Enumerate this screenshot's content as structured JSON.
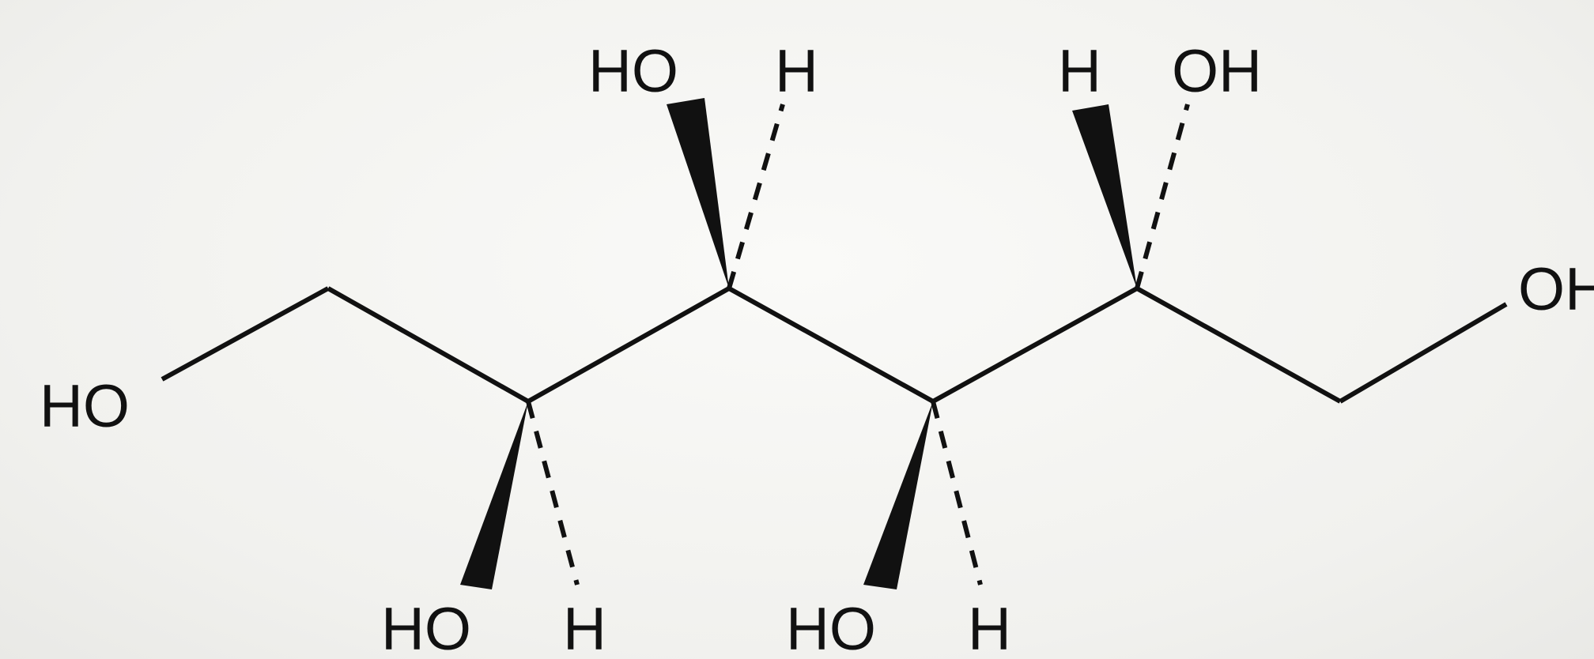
{
  "molecule": {
    "labels": {
      "oh_left": "HO",
      "oh_right": "OH",
      "c2_oh": "HO",
      "c2_h": "H",
      "c3_oh": "HO",
      "c3_h": "H",
      "c4_oh": "HO",
      "c4_h": "H",
      "c5_h": "H",
      "c5_oh": "OH"
    },
    "colors": {
      "ink": "#111111",
      "paper": "#f4f4f2"
    }
  }
}
